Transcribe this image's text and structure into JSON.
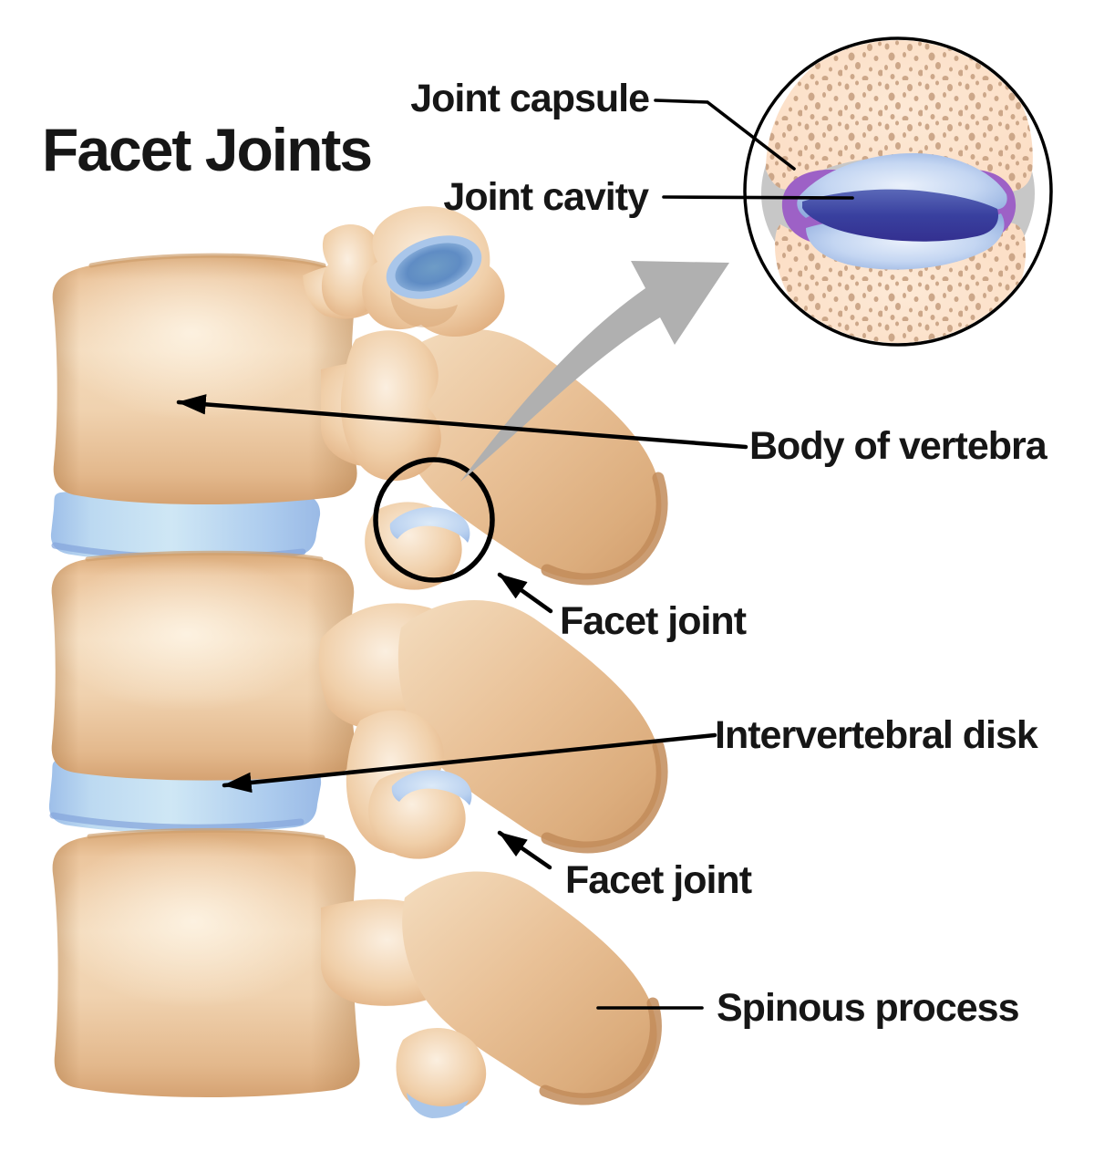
{
  "title": "Facet Joints",
  "labels": {
    "joint_capsule": "Joint capsule",
    "joint_cavity": "Joint cavity",
    "body_of_vertebra": "Body of vertebra",
    "facet_joint_upper": "Facet joint",
    "intervertebral_disk": "Intervertebral disk",
    "facet_joint_lower": "Facet joint",
    "spinous_process": "Spinous process"
  },
  "scene": {
    "type": "medical-illustration",
    "vertebrae_visible": 3,
    "intervertebral_disks_visible": 2,
    "facet_joints_marked": 2,
    "inset": "circular zoom detail of a facet joint showing capsule and cavity"
  },
  "colors": {
    "background": "#FFFFFF",
    "text": "#161616",
    "leader_line": "#000000",
    "bone_light": "#F6E3C6",
    "bone_mid": "#EAC59D",
    "bone_dark": "#D8A878",
    "bone_shadow": "#C28C5A",
    "disk_blue_edge": "#9CBCE8",
    "disk_blue_center": "#CFE7F5",
    "facet_cartilage_blue": "#A9C6EC",
    "inset_bone": "#FBDCC3",
    "inset_speckle": "#C7A081",
    "capsule_gray": "#C7C7C7",
    "capsule_ring_purple": "#9D61C6",
    "cartilage_light_blue": "#C4D6F2",
    "cavity_dark_blue": "#39409F",
    "zoom_arrow_gray": "#B0B0B0"
  }
}
